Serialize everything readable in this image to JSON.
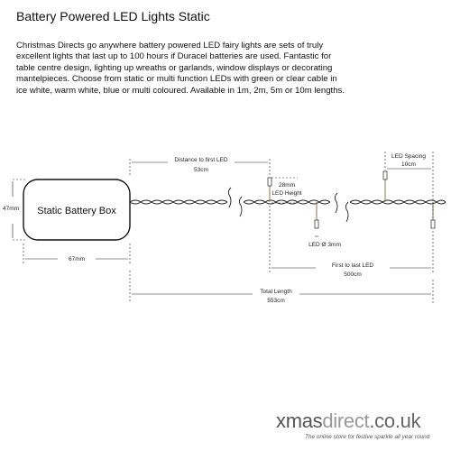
{
  "title": "Battery Powered LED Lights  Static",
  "description": "Christmas Directs go anywhere battery powered LED fairy lights are sets of truly excellent lights that last up to 100 hours if Duracel batteries are used.  Fantastic for table centre design, lighting up wreaths or garlands, window displays or decorating mantelpieces.  Choose from static or multi function LEDs with green or clear cable in ice white, warm white, blue or multi coloured.  Available in 1m,  2m, 5m or 10m lengths.",
  "diagram": {
    "battery_box_label": "Static Battery Box",
    "box_height": "47mm",
    "box_width": "67mm",
    "distance_first_led_label": "Distance to first LED",
    "distance_first_led_value": "53cm",
    "led_height_value": "28mm",
    "led_height_label": "LED Height",
    "led_diameter": "LED Ø 3mm",
    "led_spacing_label": "LED Spacing",
    "led_spacing_value": "10cm",
    "first_to_last_label": "First to last LED",
    "first_to_last_value": "500cm",
    "total_length_label": "Total Length",
    "total_length_value": "553cm"
  },
  "brand": {
    "logo_xmas": "xmas",
    "logo_direct": "direct",
    "logo_domain": ".co.uk",
    "tagline": "The online store for festive sparkle all year round"
  }
}
